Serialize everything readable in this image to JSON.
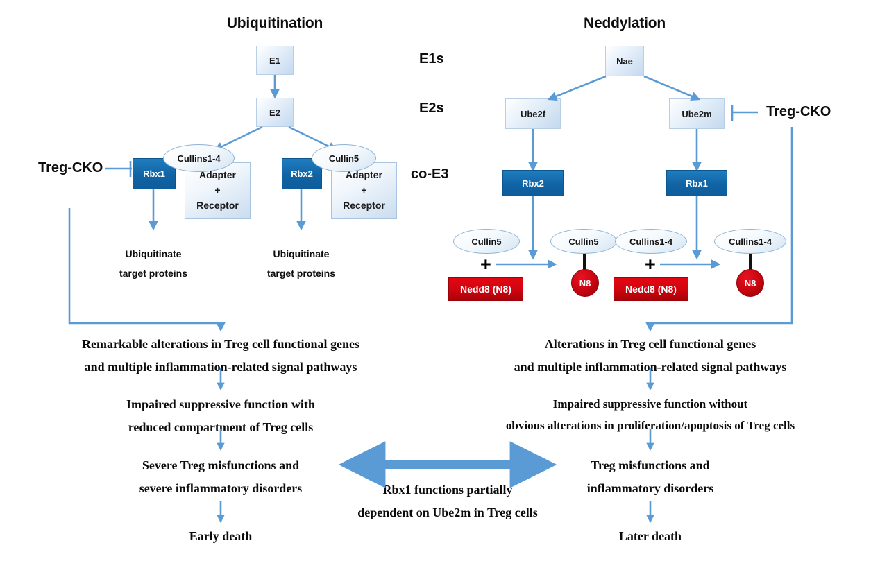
{
  "titles": {
    "left": "Ubiquitination",
    "right": "Neddylation"
  },
  "stage_labels": {
    "e1s": "E1s",
    "e2s": "E2s",
    "coe3": "co-E3"
  },
  "left_pathway": {
    "e1": "E1",
    "e2": "E2",
    "rbx1": "Rbx1",
    "rbx2": "Rbx2",
    "cullins14": "Cullins1-4",
    "cullin5": "Cullin5",
    "adapter_line1": "Adapter",
    "adapter_plus": "+",
    "adapter_line2": "Receptor",
    "treg_cko": "Treg-CKO",
    "ubiquitinate_line1": "Ubiquitinate",
    "ubiquitinate_line2": "target proteins"
  },
  "right_pathway": {
    "nae": "Nae",
    "ube2f": "Ube2f",
    "ube2m": "Ube2m",
    "rbx2": "Rbx2",
    "rbx1": "Rbx1",
    "treg_cko": "Treg-CKO",
    "cullin5_free": "Cullin5",
    "cullin5_conj": "Cullin5",
    "cullins14_free": "Cullins1-4",
    "cullins14_conj": "Cullins1-4",
    "nedd8_left": "Nedd8 (N8)",
    "nedd8_right": "Nedd8 (N8)",
    "n8_left": "N8",
    "n8_right": "N8",
    "plus_left": "+",
    "plus_right": "+"
  },
  "outcomes_left": {
    "o1_line1": "Remarkable alterations in Treg cell functional genes",
    "o1_line2": "and multiple inflammation-related signal pathways",
    "o2_line1": "Impaired suppressive function with",
    "o2_line2": "reduced compartment of Treg cells",
    "o3_line1": "Severe Treg misfunctions and",
    "o3_line2": "severe inflammatory disorders",
    "o4": "Early death"
  },
  "outcomes_right": {
    "o1_line1": "Alterations in Treg cell functional genes",
    "o1_line2": "and multiple inflammation-related signal pathways",
    "o2_line1": "Impaired suppressive function without",
    "o2_line2": "obvious alterations in proliferation/apoptosis of Treg cells",
    "o3_line1": "Treg misfunctions and",
    "o3_line2": "inflammatory disorders",
    "o4": "Later death"
  },
  "bridge": {
    "line1": "Rbx1 functions partially",
    "line2": "dependent on Ube2m in Treg cells"
  },
  "colors": {
    "arrow_blue": "#5B9BD5",
    "dark_blue_box": "#1164A4",
    "light_blue_box": "#C3D9EF",
    "red_box": "#D00510",
    "dark_red_circle": "#C60510",
    "text_black": "#0D0D0D",
    "background": "#FFFFFF"
  }
}
